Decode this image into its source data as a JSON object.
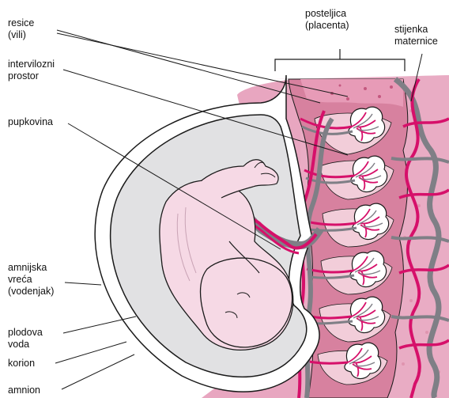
{
  "labels": {
    "resice": "resice\n(vili)",
    "intervilozni": "intervilozni\nprostor",
    "pupkovina": "pupkovina",
    "posteljica": "posteljica\n(placenta)",
    "stijenka": "stijenka\nmaternice",
    "amnijska": "amnijska\nvreća\n(vodenjak)",
    "plodova": "plodova\nvoda",
    "korion": "korion",
    "amnion": "amnion"
  },
  "colors": {
    "uterine_wall": "#e8a6c0",
    "placenta": "#d7819f",
    "intervillous": "#f2cdd9",
    "artery": "#d6106a",
    "vein": "#7f7f86",
    "amniotic_fluid": "#e1e1e3",
    "fetus": "#f6d9e5",
    "outline": "#1a1a1a"
  }
}
